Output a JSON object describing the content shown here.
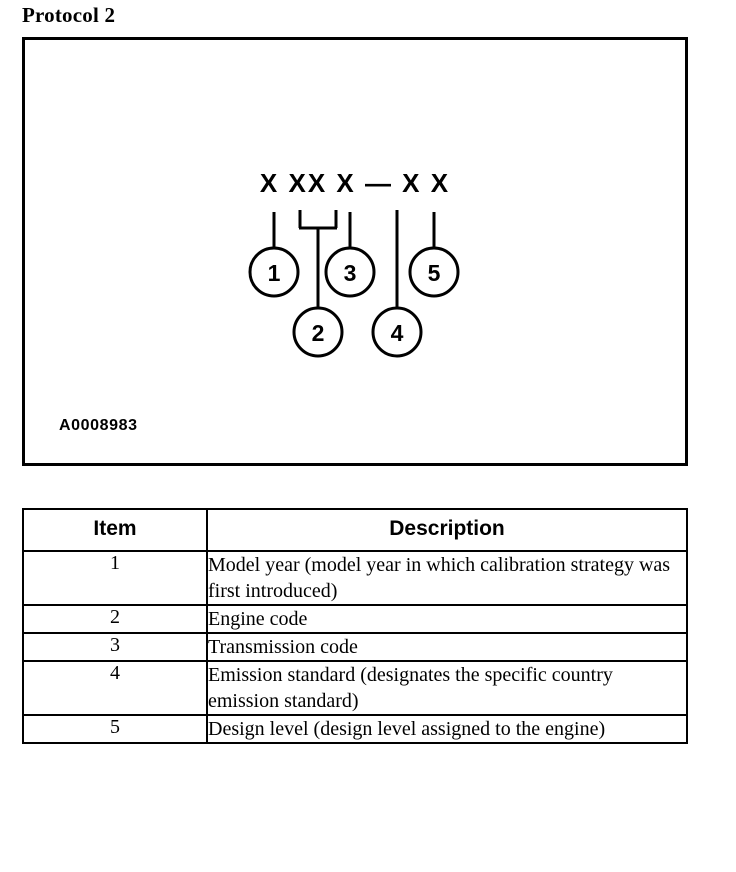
{
  "document": {
    "title": "Protocol 2",
    "figure_code": "A0008983",
    "code_pattern": "X XX X — X X"
  },
  "diagram": {
    "callouts": [
      {
        "number": "1",
        "row": "upper"
      },
      {
        "number": "2",
        "row": "lower"
      },
      {
        "number": "3",
        "row": "upper"
      },
      {
        "number": "4",
        "row": "lower"
      },
      {
        "number": "5",
        "row": "upper"
      }
    ]
  },
  "table": {
    "headers": {
      "item": "Item",
      "description": "Description"
    },
    "rows": [
      {
        "item": "1",
        "description": "Model year (model year in which calibration strategy was first introduced)"
      },
      {
        "item": "2",
        "description": "Engine code"
      },
      {
        "item": "3",
        "description": "Transmission code"
      },
      {
        "item": "4",
        "description": "Emission standard (designates the specific country emission standard)"
      },
      {
        "item": "5",
        "description": "Design level (design level assigned to the engine)"
      }
    ]
  },
  "colors": {
    "ink": "#000000",
    "paper": "#ffffff"
  }
}
